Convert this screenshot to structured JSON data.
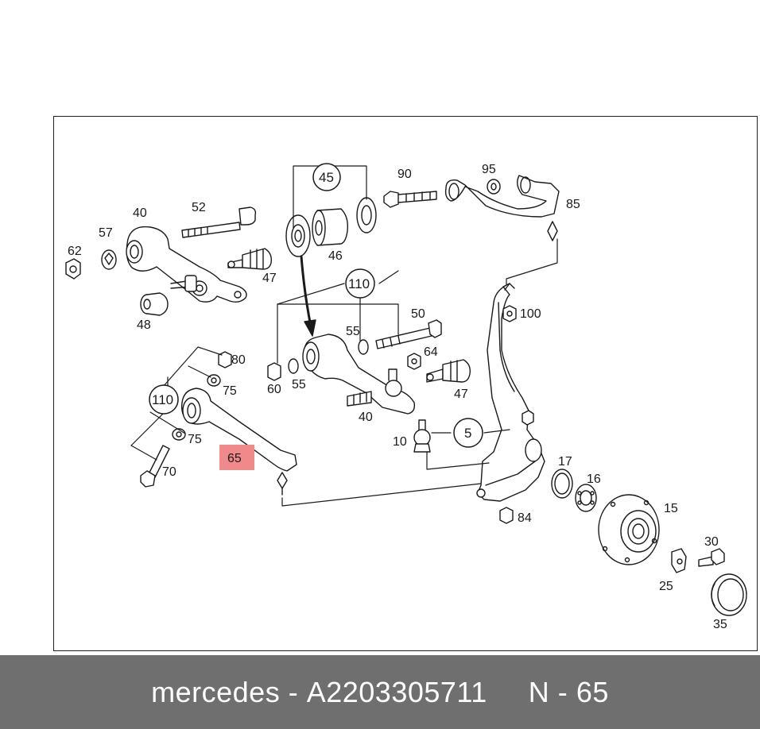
{
  "footer": {
    "brand": "mercedes",
    "separator": "-",
    "part_number": "A2203305711",
    "ref_prefix": "N",
    "ref_number": "65"
  },
  "highlight": {
    "label": "65",
    "color": "#f08a8a"
  },
  "callouts": [
    {
      "id": "c40a",
      "text": "40"
    },
    {
      "id": "c52",
      "text": "52"
    },
    {
      "id": "c57",
      "text": "57"
    },
    {
      "id": "c62",
      "text": "62"
    },
    {
      "id": "c48",
      "text": "48"
    },
    {
      "id": "c47a",
      "text": "47"
    },
    {
      "id": "c46",
      "text": "46"
    },
    {
      "id": "c90",
      "text": "90"
    },
    {
      "id": "c95",
      "text": "95"
    },
    {
      "id": "c85",
      "text": "85"
    },
    {
      "id": "c100",
      "text": "100"
    },
    {
      "id": "c50",
      "text": "50"
    },
    {
      "id": "c55a",
      "text": "55"
    },
    {
      "id": "c55b",
      "text": "55"
    },
    {
      "id": "c64",
      "text": "64"
    },
    {
      "id": "c60",
      "text": "60"
    },
    {
      "id": "c47b",
      "text": "47"
    },
    {
      "id": "c40b",
      "text": "40"
    },
    {
      "id": "c80",
      "text": "80"
    },
    {
      "id": "c75a",
      "text": "75"
    },
    {
      "id": "c75b",
      "text": "75"
    },
    {
      "id": "c70",
      "text": "70"
    },
    {
      "id": "c10",
      "text": "10"
    },
    {
      "id": "c17",
      "text": "17"
    },
    {
      "id": "c16",
      "text": "16"
    },
    {
      "id": "c15",
      "text": "15"
    },
    {
      "id": "c84",
      "text": "84"
    },
    {
      "id": "c30",
      "text": "30"
    },
    {
      "id": "c25",
      "text": "25"
    },
    {
      "id": "c35",
      "text": "35"
    }
  ],
  "circled_callouts": [
    {
      "id": "k45",
      "text": "45"
    },
    {
      "id": "k110a",
      "text": "110"
    },
    {
      "id": "k110b",
      "text": "110"
    },
    {
      "id": "k5",
      "text": "5"
    }
  ]
}
